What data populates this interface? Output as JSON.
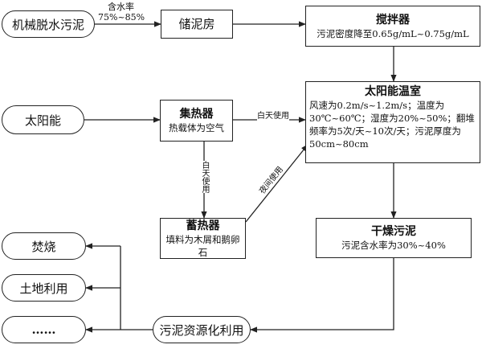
{
  "nodes": {
    "sludge": "机械脱水污泥",
    "storage": "储泥房",
    "mixer": {
      "title": "搅拌器",
      "sub": "污泥密度降至0.65g/mL~0.75g/mL"
    },
    "solar": "太阳能",
    "collector": {
      "title": "集热器",
      "sub": "热载体为空气"
    },
    "greenhouse": {
      "title": "太阳能温室",
      "sub": "风速为0.2m/s~1.2m/s；温度为30℃~60℃；湿度为20%~50%；翻堆频率为5次/天~10次/天；污泥厚度为50cm~80cm"
    },
    "accumulator": {
      "title": "蓄热器",
      "sub": "填料为木屑和鹅卵\n石"
    },
    "dried": {
      "title": "干燥污泥",
      "sub": "污泥含水率为30%~40%"
    },
    "incineration": "焚烧",
    "land_use": "土地利用",
    "ellipsis": "……",
    "reuse": "污泥资源化利用"
  },
  "edge_labels": {
    "moisture_title": "含水率",
    "moisture_range": "75%~85%",
    "daytime_use": "白天使用",
    "daytime_use_vertical": "白天使用",
    "night_use": "夜间使用"
  }
}
